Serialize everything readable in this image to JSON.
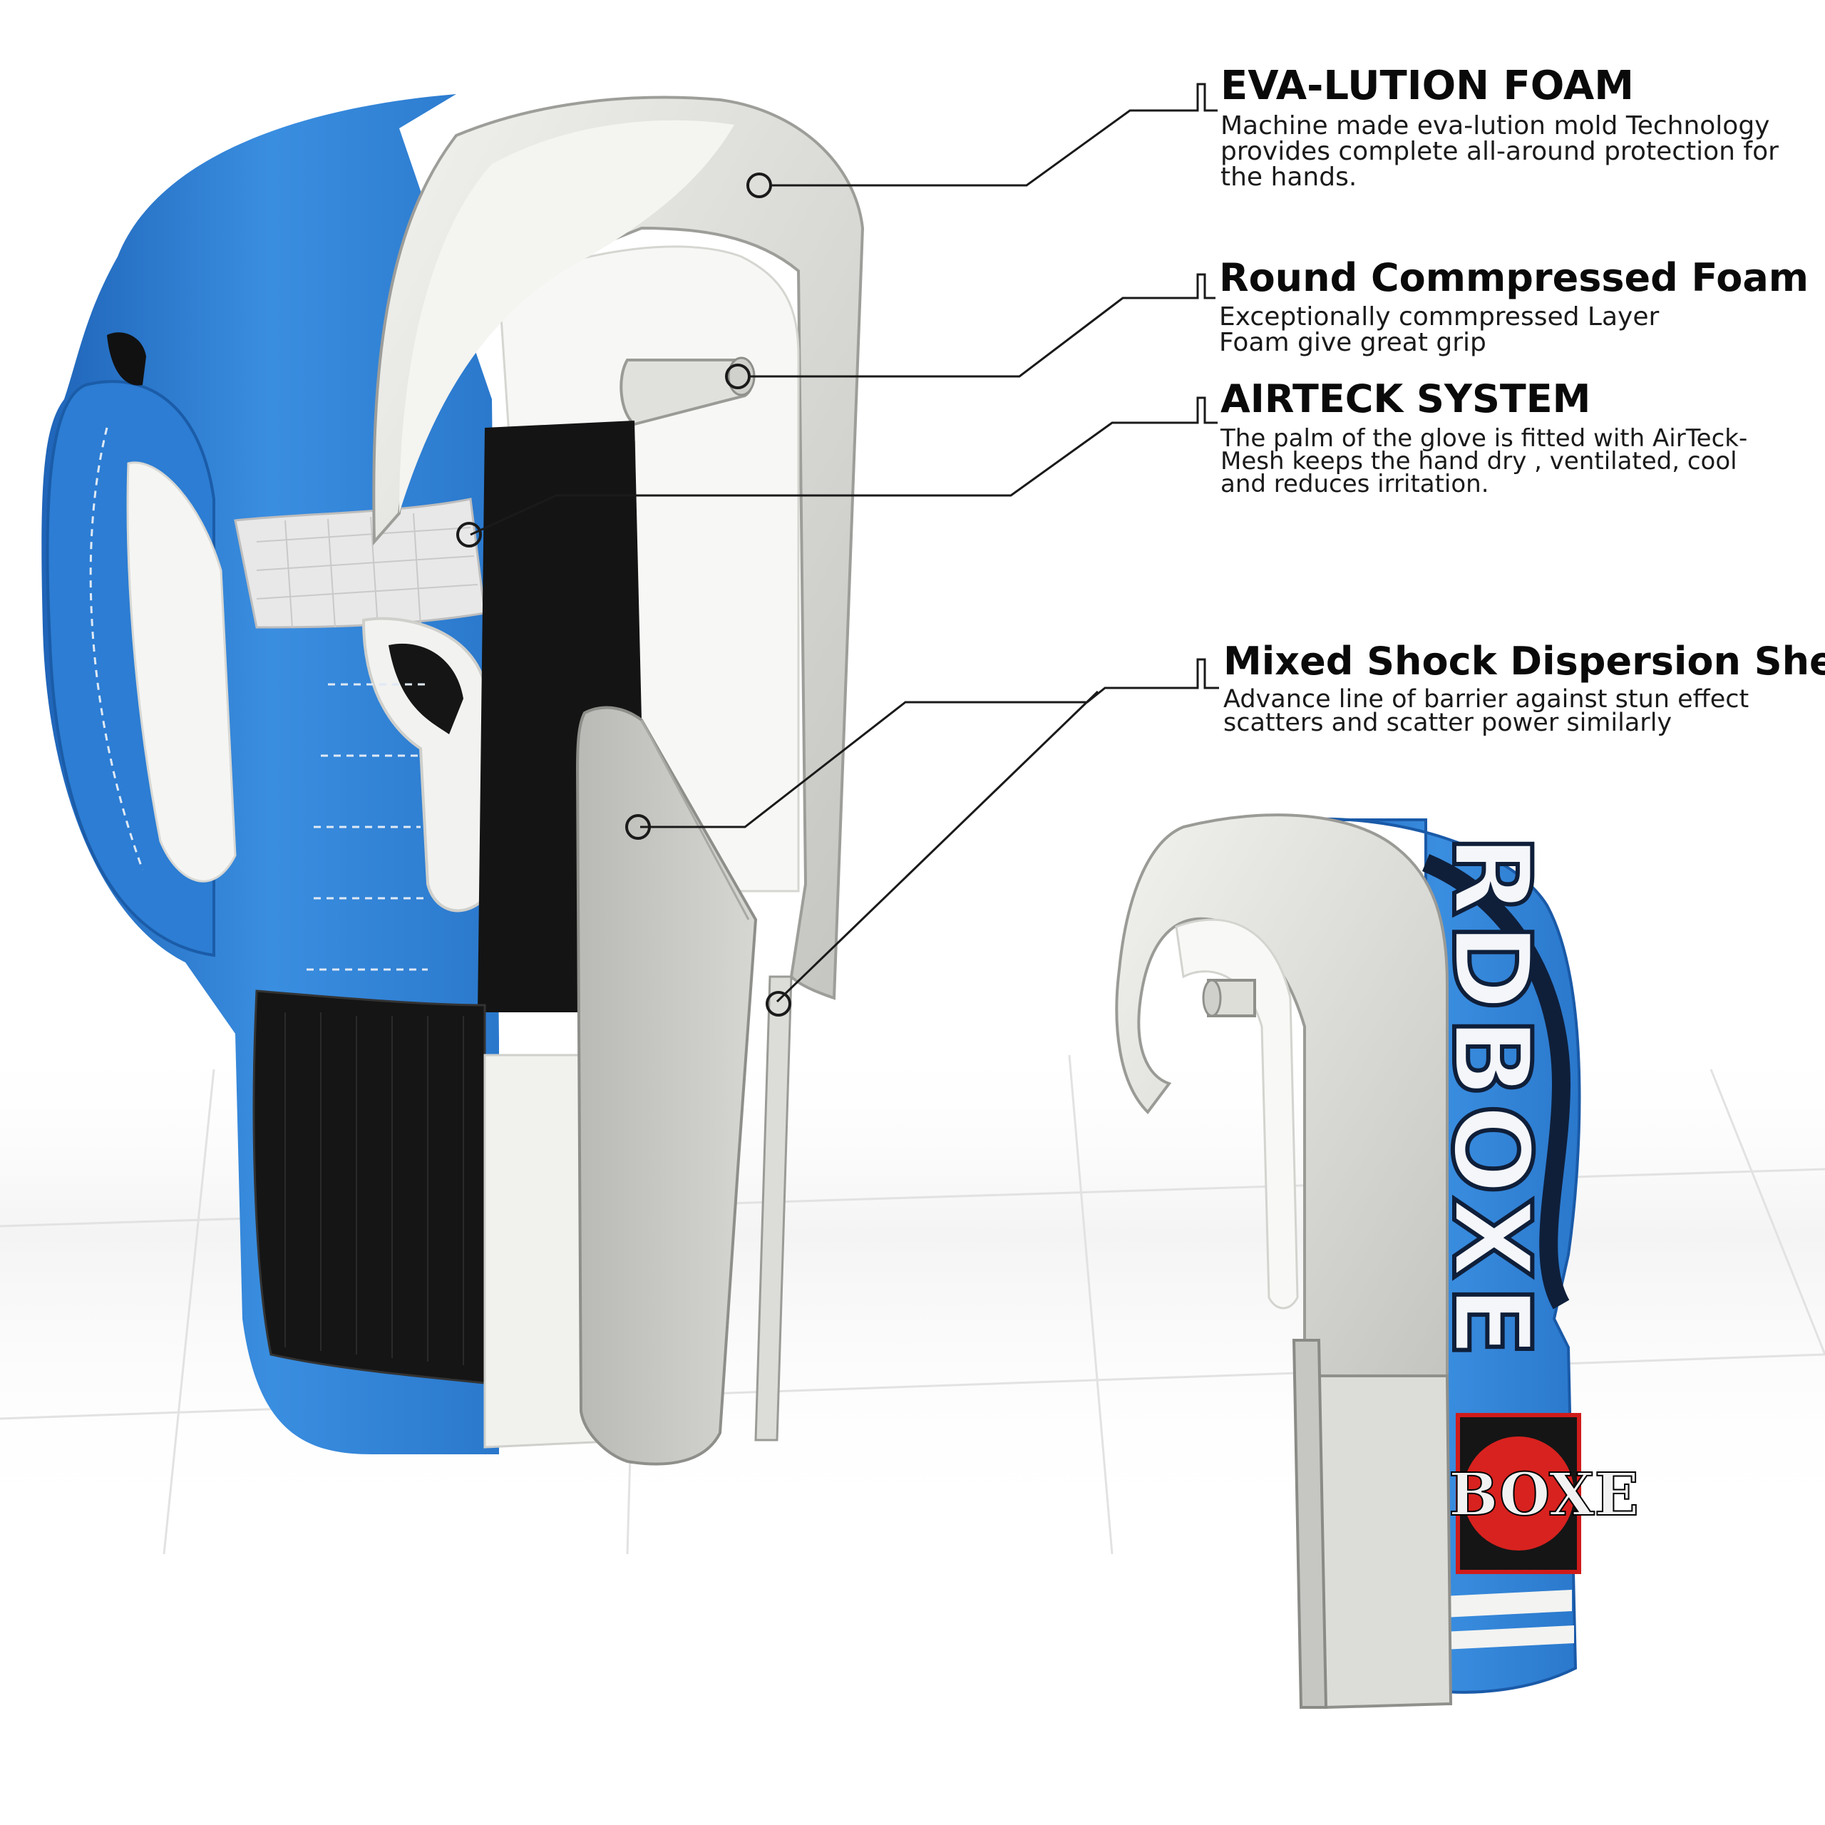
{
  "callouts": [
    {
      "id": "eva-lution-foam",
      "title": "EVA-LUTION FOAM",
      "lines": [
        "Machine made eva-lution mold Technology",
        "provides complete all-around protection for",
        "the hands."
      ]
    },
    {
      "id": "round-compressed-foam",
      "title": "Round Commpressed Foam",
      "lines": [
        "Exceptionally commpressed Layer",
        "Foam give great grip"
      ]
    },
    {
      "id": "airteck-system",
      "title": "AIRTECK SYSTEM",
      "lines": [
        "The palm of the glove is fitted with  AirTeck-",
        "Mesh keeps the hand dry , ventilated, cool",
        "and reduces irritation."
      ]
    },
    {
      "id": "mixed-shock-dispersion-sheet",
      "title": "Mixed Shock Dispersion Sheet",
      "lines": [
        "Advance line of barrier against stun effect",
        "scatters and scatter power similarly"
      ]
    }
  ],
  "brand": {
    "side_text": "RDBOXE",
    "badge_text": "DBOXE"
  },
  "colors": {
    "glove_blue": "#2f7fd4",
    "glove_blue_dark": "#1c5fae",
    "foam": "#c9c9c6",
    "foam_light": "#eeeeea",
    "strap": "#141414",
    "leader": "#1a1a1a"
  }
}
